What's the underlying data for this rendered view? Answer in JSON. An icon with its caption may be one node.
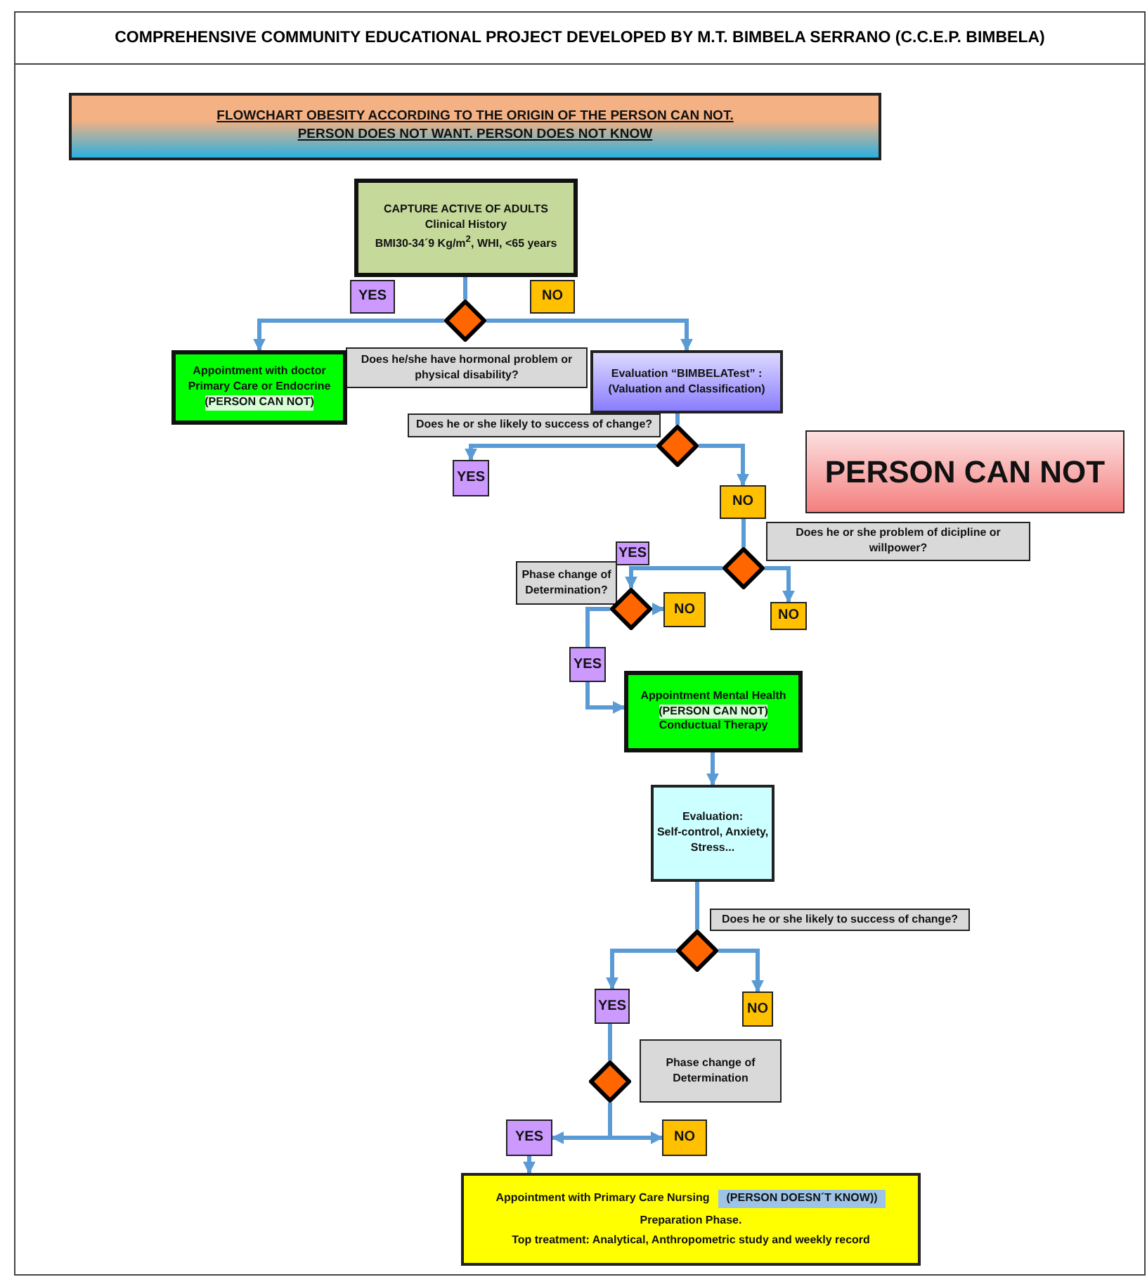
{
  "diagram": {
    "title": "COMPREHENSIVE COMMUNITY EDUCATIONAL PROJECT DEVELOPED BY M.T. BIMBELA SERRANO (C.C.E.P. BIMBELA)",
    "nodes": [
      {
        "text": [
          "FLOWCHART OBESITY ACCORDING TO THE ORIGIN OF THE PERSON CAN NOT. PERSON DOES NOT WANT. PERSON DOES NOT KNOW"
        ]
      },
      {
        "text": [
          "CAPTURE ACTIVE OF ADULTS",
          "Clinical History",
          "BMI30-34´9 Kg/m$^{2}$, WHI, <65 years"
        ]
      },
      {
        "text": [
          "YES"
        ]
      },
      {
        "text": [
          "NO"
        ]
      },
      {
        "text": [],
        "shape": "diamond"
      },
      {
        "text": [
          "Does he/she have hormonal problem or physical disability?"
        ]
      },
      {
        "text": [
          "Appointment with doctor Primary Care or Endocrine",
          "(PERSON CAN NOT)"
        ]
      },
      {
        "text": [
          "Evaluation “BIMBELATest” : (Valuation and Classification)"
        ]
      },
      {
        "text": [
          "Does he or she likely to success of change?"
        ]
      },
      {
        "text": [],
        "shape": "diamond"
      },
      {
        "text": [
          "YES"
        ]
      },
      {
        "text": [
          "NO"
        ]
      },
      {
        "text": [
          "PERSON CAN NOT"
        ]
      },
      {
        "text": [],
        "shape": "diamond"
      },
      {
        "text": [
          "Does he or she problem of dicipline or willpower?"
        ]
      },
      {
        "text": [
          "YES"
        ]
      },
      {
        "text": [
          "NO"
        ]
      },
      {
        "text": [
          "Phase change of Determination?"
        ]
      },
      {
        "text": [],
        "shape": "diamond"
      },
      {
        "text": [
          "NO"
        ]
      },
      {
        "text": [
          "YES"
        ]
      },
      {
        "text": [
          "Appointment Mental Health",
          "(PERSON CAN NOT)",
          "Conductual Therapy"
        ]
      },
      {
        "text": [
          "Evaluation:",
          "Self-control, Anxiety, Stress..."
        ]
      },
      {
        "text": [
          "Does he or she likely to success of change?"
        ]
      },
      {
        "text": [],
        "shape": "diamond"
      },
      {
        "text": [
          "YES"
        ]
      },
      {
        "text": [
          "NO"
        ]
      },
      {
        "text": [
          "Phase change of Determination"
        ]
      },
      {
        "text": [],
        "shape": "diamond"
      },
      {
        "text": [
          "YES"
        ]
      },
      {
        "text": [
          "NO"
        ]
      },
      {
        "text": [
          "Appointment with Primary Care Nursing",
          "(PERSON DOESN´T KNOW))",
          "Preparation Phase.",
          "Top treatment: Analytical, Anthropometric study and weekly record"
        ]
      }
    ],
    "edges": [
      {
        "from": 1,
        "to": 4,
        "arrow": "none"
      },
      {
        "from": 4,
        "to": 6,
        "arrow": "to"
      },
      {
        "from": 4,
        "to": 7,
        "arrow": "to"
      },
      {
        "from": 7,
        "to": 9,
        "arrow": "none"
      },
      {
        "from": 9,
        "to": 10,
        "arrow": "to"
      },
      {
        "from": 9,
        "to": 11,
        "arrow": "to"
      },
      {
        "from": 11,
        "to": 13,
        "arrow": "none"
      },
      {
        "from": 13,
        "to": 18,
        "arrow": "to"
      },
      {
        "from": 13,
        "to": 16,
        "arrow": "to"
      },
      {
        "from": 18,
        "to": 19,
        "arrow": "to"
      },
      {
        "from": 18,
        "to": 20,
        "arrow": "none"
      },
      {
        "from": 20,
        "to": 21,
        "arrow": "to"
      },
      {
        "from": 21,
        "to": 22,
        "arrow": "to"
      },
      {
        "from": 22,
        "to": 24,
        "arrow": "none"
      },
      {
        "from": 24,
        "to": 25,
        "arrow": "to"
      },
      {
        "from": 24,
        "to": 26,
        "arrow": "to"
      },
      {
        "from": 25,
        "to": 28,
        "arrow": "none"
      },
      {
        "from": 28,
        "to": 29,
        "arrow": "to"
      },
      {
        "from": 28,
        "to": 30,
        "arrow": "to"
      },
      {
        "from": 29,
        "to": 31,
        "arrow": "to"
      }
    ]
  }
}
